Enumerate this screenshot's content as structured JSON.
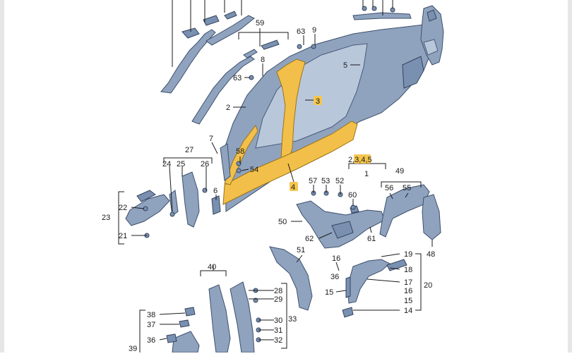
{
  "callouts": {
    "c1": "1",
    "c2": "2",
    "c3": "3",
    "c4": "4",
    "c5": "5",
    "c6": "6",
    "c7": "7",
    "c8": "8",
    "c9": "9",
    "c14": "14",
    "c15": "15",
    "c16": "16",
    "c17": "17",
    "c18": "18",
    "c19": "19",
    "c20": "20",
    "c21": "21",
    "c22": "22",
    "c23": "23",
    "c24": "24",
    "c25": "25",
    "c26": "26",
    "c27": "27",
    "c28": "28",
    "c29": "29",
    "c30": "30",
    "c31": "31",
    "c32": "32",
    "c33": "33",
    "c36": "36",
    "c37": "37",
    "c38": "38",
    "c39": "39",
    "c40": "40",
    "c48": "48",
    "c49": "49",
    "c50": "50",
    "c51": "51",
    "c52": "52",
    "c53": "53",
    "c54": "54",
    "c55": "55",
    "c56": "56",
    "c57": "57",
    "c58": "58",
    "c59": "59",
    "c60": "60",
    "c61": "61",
    "c62": "62",
    "c63a": "63",
    "c63b": "63",
    "c2345": "2,3,4,5"
  },
  "colors": {
    "highlight": "#f2c04a",
    "panel": "#8fa3bf",
    "outline": "#3d4f6b"
  }
}
